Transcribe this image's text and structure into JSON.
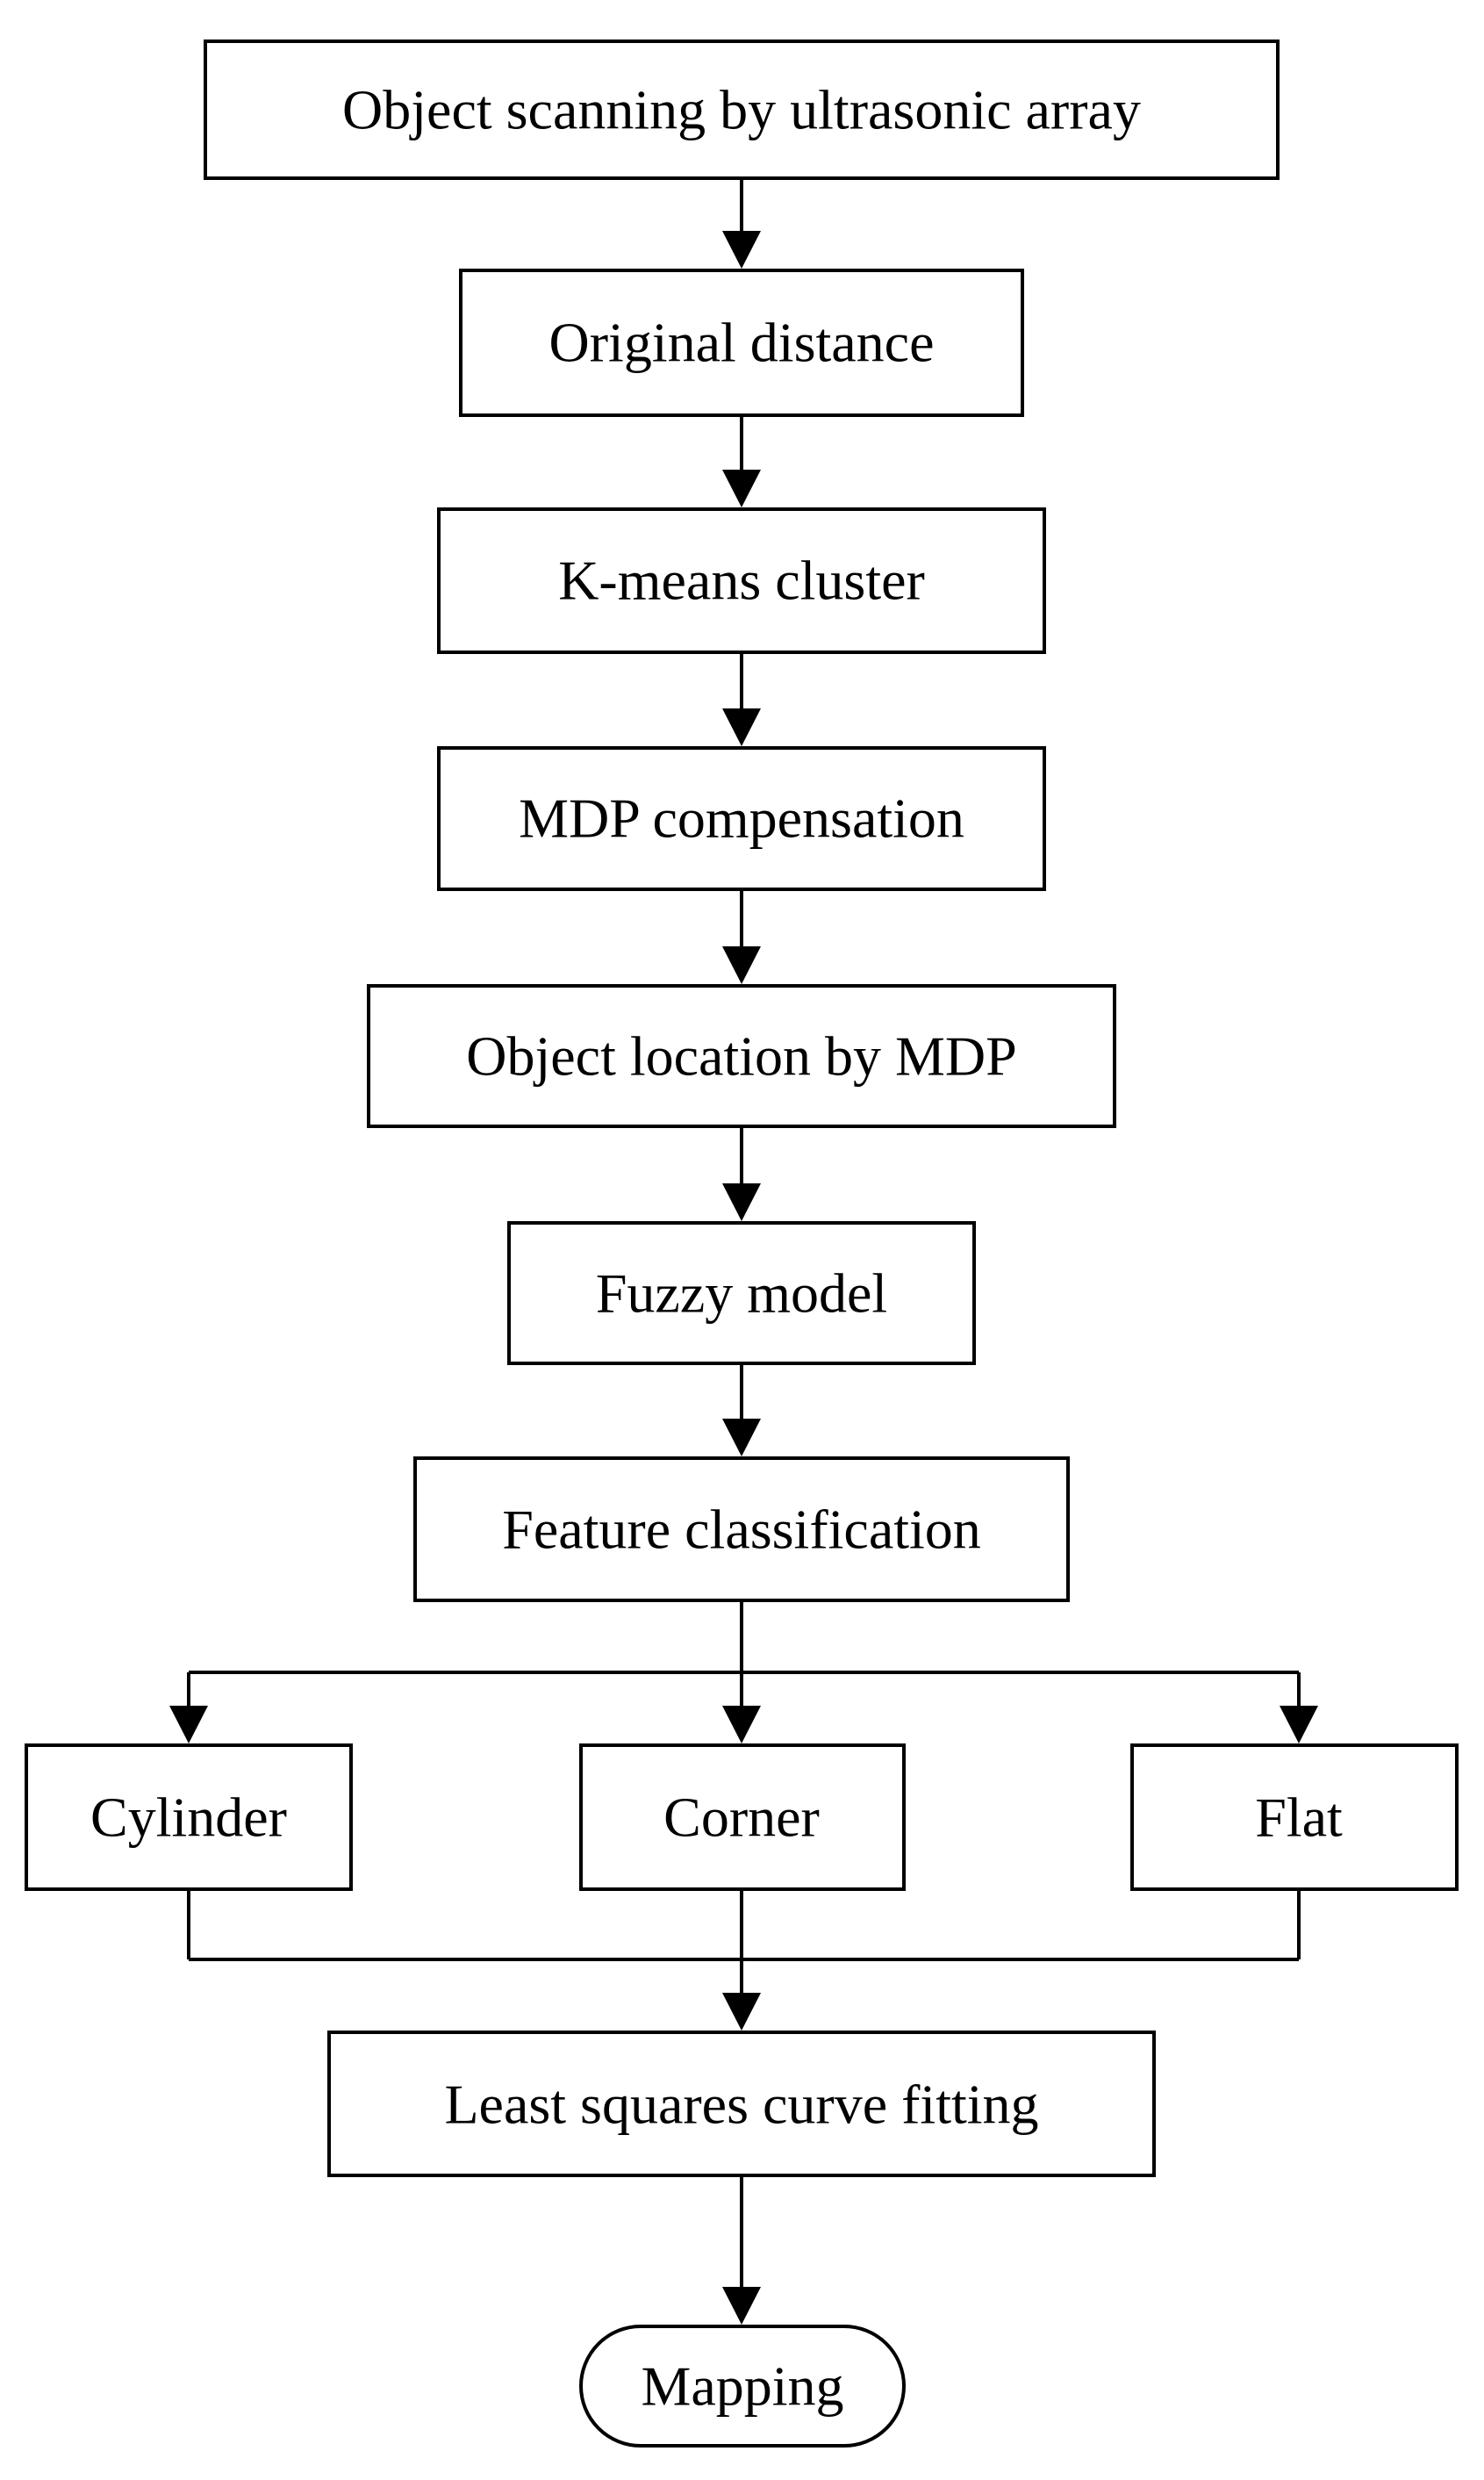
{
  "nodes": {
    "scanning": "Object scanning by ultrasonic array",
    "original_distance": "Original distance",
    "kmeans": "K-means cluster",
    "mdp_compensation": "MDP compensation",
    "object_location": "Object location by MDP",
    "fuzzy_model": "Fuzzy model",
    "feature_classification": "Feature classification",
    "cylinder": "Cylinder",
    "corner": "Corner",
    "flat": "Flat",
    "least_squares": "Least squares curve fitting",
    "mapping": "Mapping"
  },
  "colors": {
    "stroke": "#000000",
    "fill": "#ffffff",
    "text": "#000000"
  }
}
